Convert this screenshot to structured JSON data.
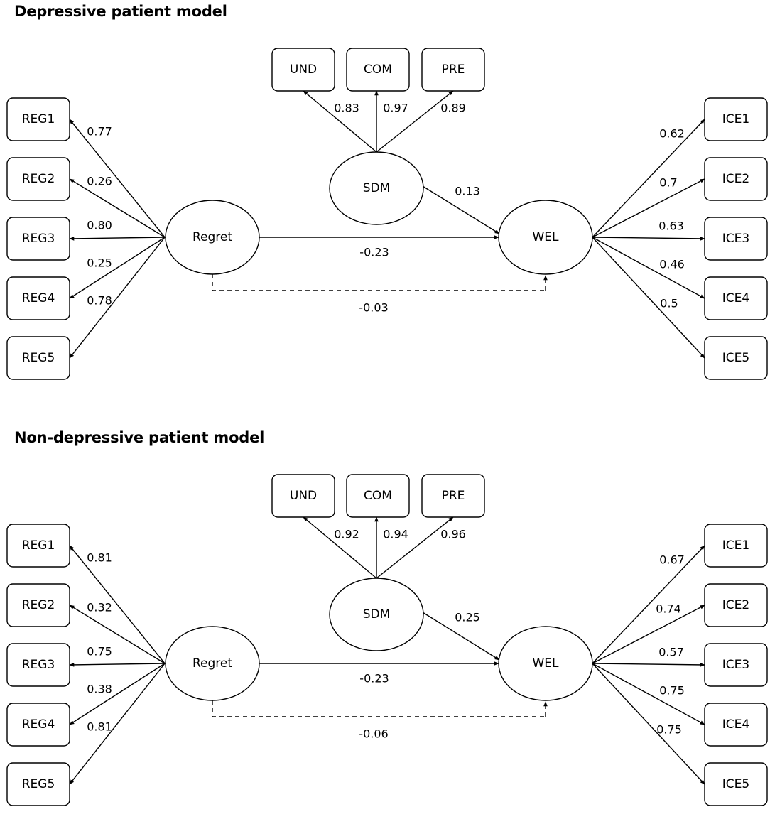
{
  "models": [
    {
      "title": "Depressive patient model",
      "sdm_indicators": [
        {
          "label": "UND",
          "loading": "0.83"
        },
        {
          "label": "COM",
          "loading": "0.97"
        },
        {
          "label": "PRE",
          "loading": "0.89"
        }
      ],
      "regret_indicators": [
        {
          "label": "REG1",
          "loading": "0.77"
        },
        {
          "label": "REG2",
          "loading": "0.26"
        },
        {
          "label": "REG3",
          "loading": "0.80"
        },
        {
          "label": "REG4",
          "loading": "0.25"
        },
        {
          "label": "REG5",
          "loading": "0.78"
        }
      ],
      "wel_indicators": [
        {
          "label": "ICE1",
          "loading": "0.62"
        },
        {
          "label": "ICE2",
          "loading": "0.7"
        },
        {
          "label": "ICE3",
          "loading": "0.63"
        },
        {
          "label": "ICE4",
          "loading": "0.46"
        },
        {
          "label": "ICE5",
          "loading": "0.5"
        }
      ],
      "latents": {
        "sdm": "SDM",
        "regret": "Regret",
        "wel": "WEL"
      },
      "paths": {
        "sdm_to_wel": "0.13",
        "regret_to_wel": "-0.23",
        "indirect": "-0.03"
      }
    },
    {
      "title": "Non-depressive patient model",
      "sdm_indicators": [
        {
          "label": "UND",
          "loading": "0.92"
        },
        {
          "label": "COM",
          "loading": "0.94"
        },
        {
          "label": "PRE",
          "loading": "0.96"
        }
      ],
      "regret_indicators": [
        {
          "label": "REG1",
          "loading": "0.81"
        },
        {
          "label": "REG2",
          "loading": "0.32"
        },
        {
          "label": "REG3",
          "loading": "0.75"
        },
        {
          "label": "REG4",
          "loading": "0.38"
        },
        {
          "label": "REG5",
          "loading": "0.81"
        }
      ],
      "wel_indicators": [
        {
          "label": "ICE1",
          "loading": "0.67"
        },
        {
          "label": "ICE2",
          "loading": "0.74"
        },
        {
          "label": "ICE3",
          "loading": "0.57"
        },
        {
          "label": "ICE4",
          "loading": "0.75"
        },
        {
          "label": "ICE5",
          "loading": "0.75"
        }
      ],
      "latents": {
        "sdm": "SDM",
        "regret": "Regret",
        "wel": "WEL"
      },
      "paths": {
        "sdm_to_wel": "0.25",
        "regret_to_wel": "-0.23",
        "indirect": "-0.06"
      }
    }
  ]
}
